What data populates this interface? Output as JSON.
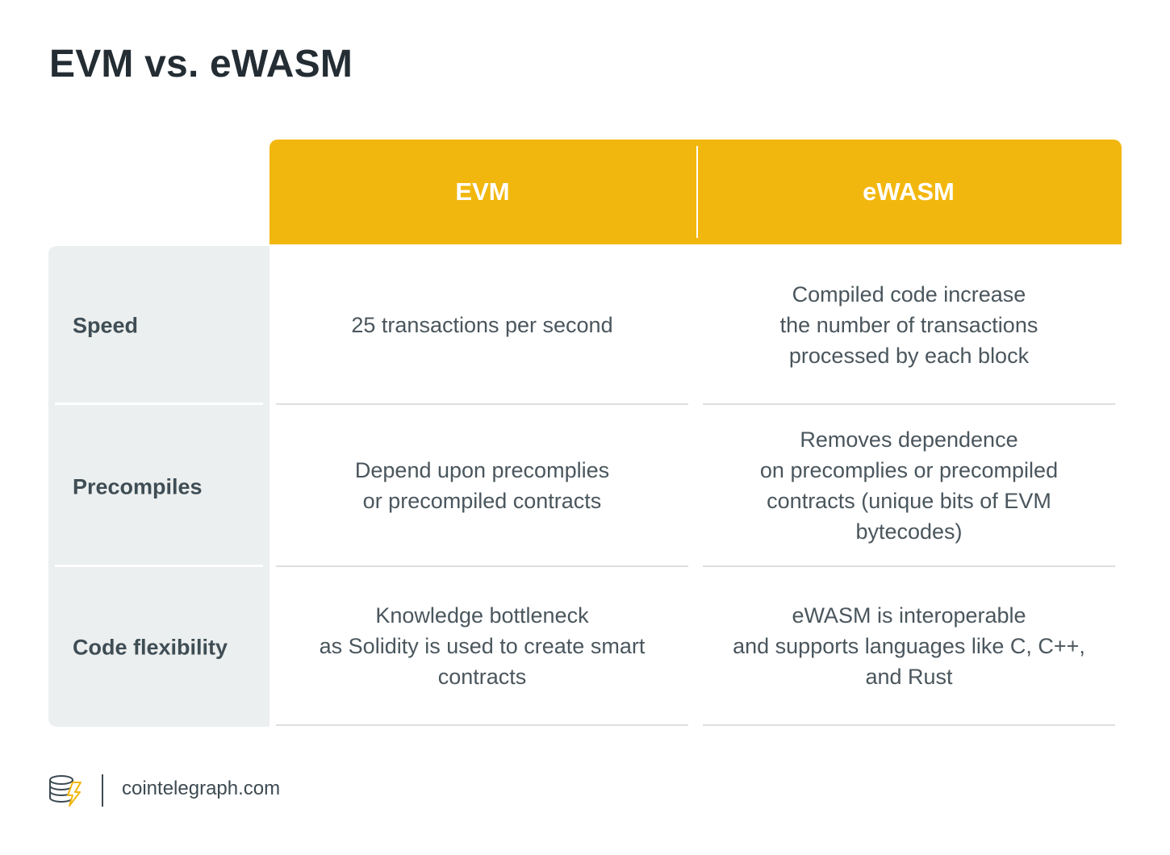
{
  "title": "EVM vs. eWASM",
  "colors": {
    "header_bg": "#f2b70e",
    "label_bg": "#ecefef",
    "title_color": "#232d33",
    "text_color": "#4a565d"
  },
  "table": {
    "columns": [
      "EVM",
      "eWASM"
    ],
    "rows": [
      {
        "label": "Speed",
        "evm": [
          "25 transactions per second"
        ],
        "ewasm": [
          "Compiled code increase",
          "the number of transactions",
          "processed by each block"
        ]
      },
      {
        "label": "Precompiles",
        "evm": [
          "Depend upon precomplies",
          "or precompiled contracts"
        ],
        "ewasm": [
          "Removes dependence",
          "on precomplies or precompiled",
          "contracts (unique bits of EVM",
          "bytecodes)"
        ]
      },
      {
        "label": "Code flexibility",
        "evm": [
          "Knowledge bottleneck",
          "as Solidity is used to create smart",
          "contracts"
        ],
        "ewasm": [
          "eWASM is interoperable",
          "and supports languages like C, C++,",
          "and Rust"
        ]
      }
    ]
  },
  "footer": {
    "site": "cointelegraph.com",
    "logo_icon": "cointelegraph-logo-icon"
  }
}
